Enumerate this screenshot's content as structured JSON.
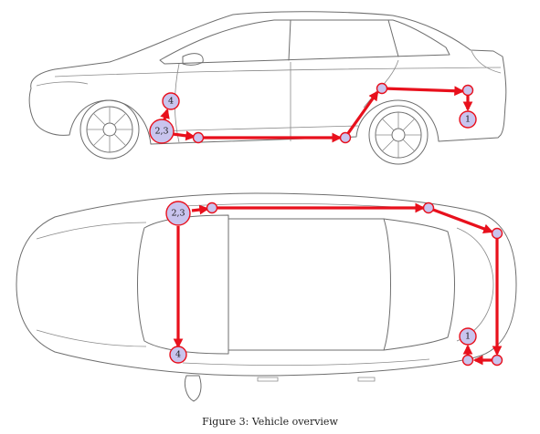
{
  "caption": "Figure 3:  Vehicle overview",
  "colors": {
    "path": "#e8101c",
    "node_fill": "#c9c4ee",
    "node_stroke": "#e8101c",
    "outline": "#6e6e6e"
  },
  "side_view": {
    "labels": {
      "start": "2,3",
      "branch": "4",
      "end": "1"
    }
  },
  "top_view": {
    "labels": {
      "start": "2,3",
      "branch": "4",
      "end": "1"
    }
  }
}
